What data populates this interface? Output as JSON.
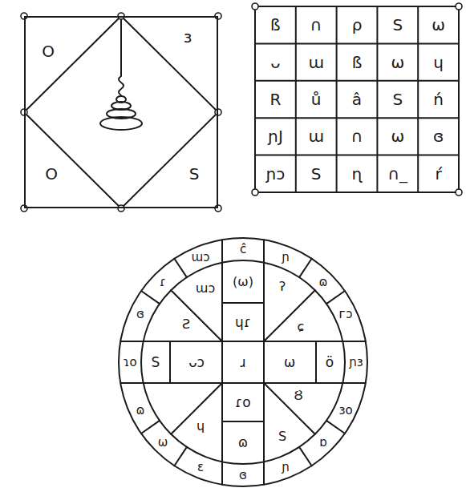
{
  "diagram": {
    "nodes": [
      {
        "text": [
          "O",
          "ɜ",
          "O",
          "S"
        ]
      }
    ],
    "labels": [
      "ß",
      "∩",
      "ρ",
      "S",
      "ω",
      "ᴗ",
      "ɯ",
      "ß",
      "ω",
      "ɥ",
      "R",
      "ů",
      "â",
      "S",
      "ń",
      "ɲJ",
      "ɯ",
      "∩",
      "ω",
      "ɞ",
      "ɲɔ",
      "S",
      "ɳ",
      "∩_",
      "ŕ",
      "(ω)",
      "ɥɾ",
      "S",
      "ᴗɔ",
      "ɹ",
      "ω",
      "ö",
      "ɾo",
      "ɷ",
      "ɯɔ",
      "Ƨ",
      "ʔ",
      "ɕ",
      "ɥ",
      "Ȣ",
      "S",
      "ĉ",
      "ɯɔ",
      "ɾ",
      "ɞ",
      "ɿo",
      "ɷ",
      "ω",
      "ɛ",
      "ɞ",
      "ɲ",
      "ɒ",
      "ɜo",
      "ɲɜ",
      "ᴦɔ",
      "ɷ",
      "ɲ"
    ]
  }
}
